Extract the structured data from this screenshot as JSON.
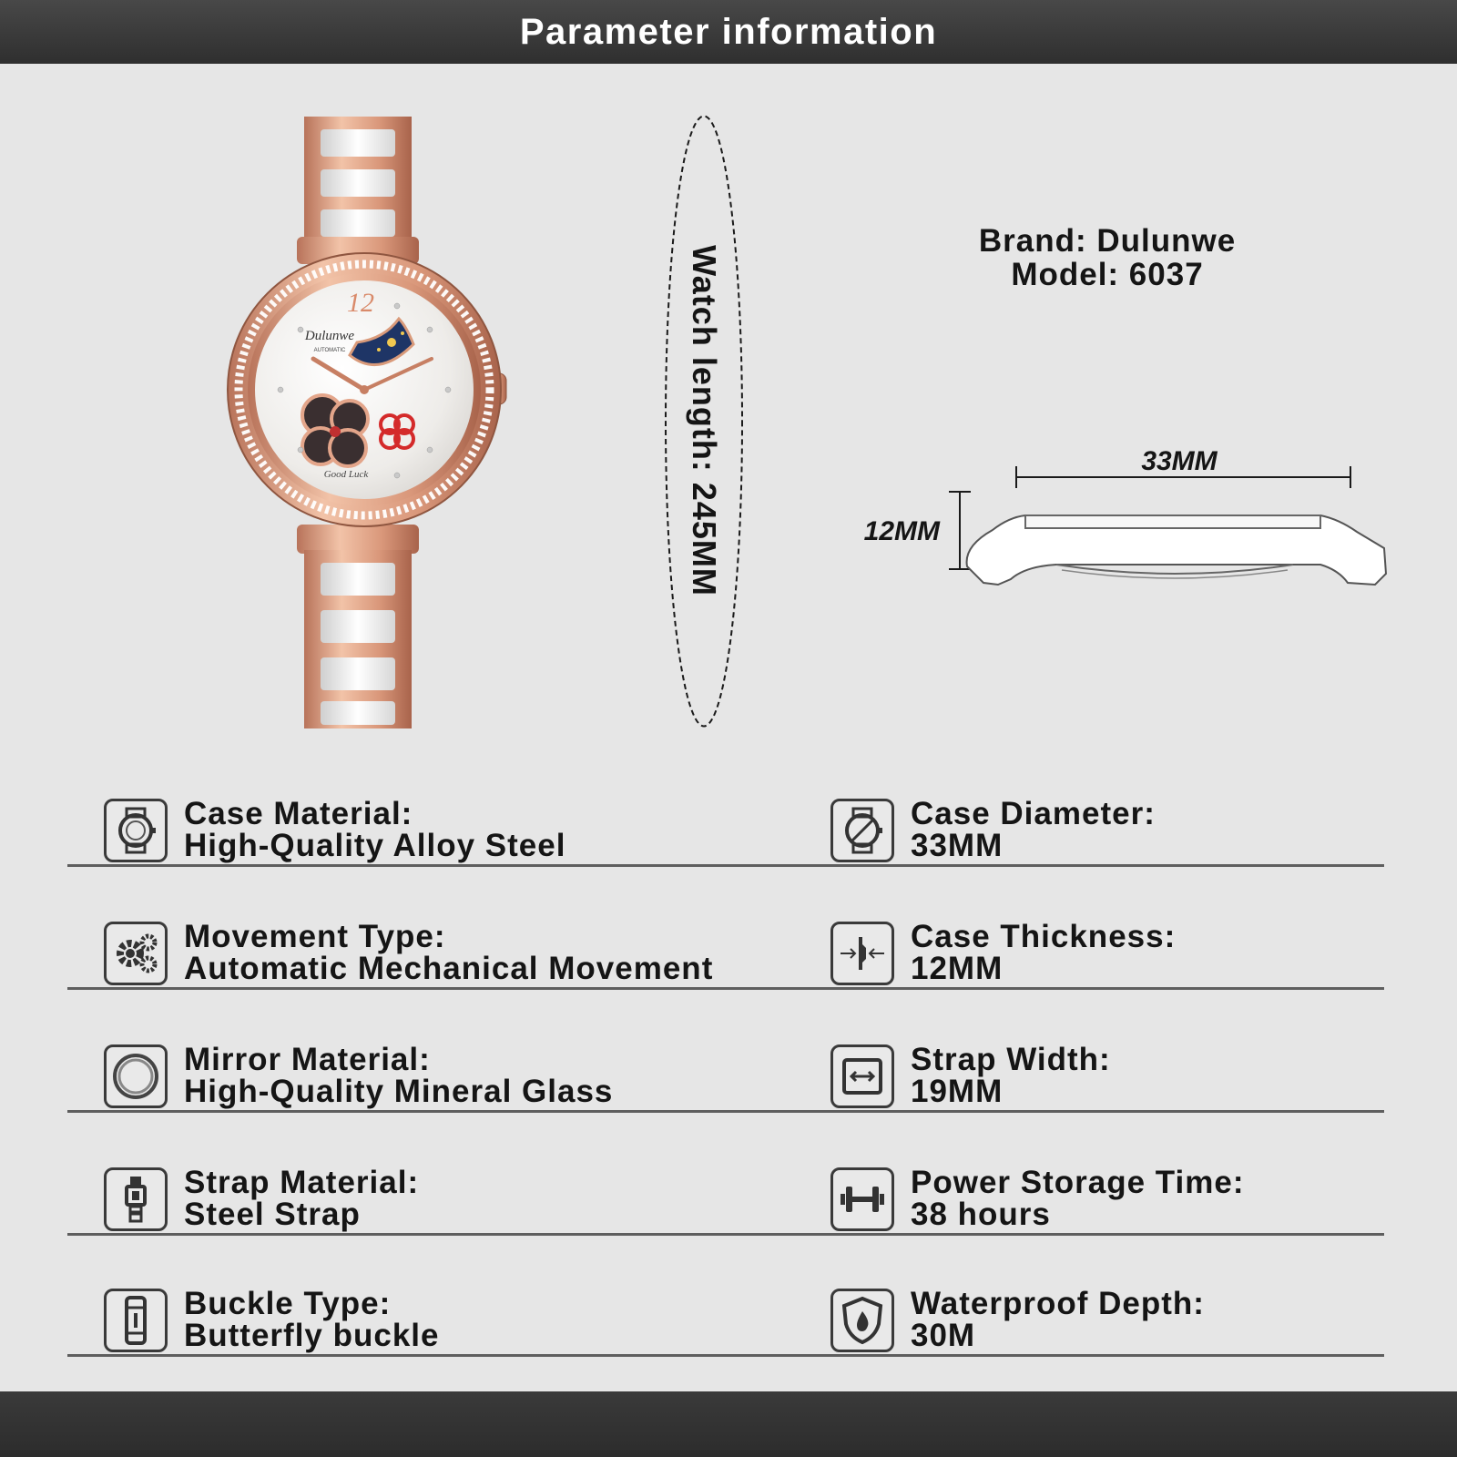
{
  "header": {
    "title": "Parameter information"
  },
  "product_image": {
    "dial_brand": "Dulunwe",
    "dial_subtitle": "AUTOMATIC",
    "dial_numeral": "12",
    "dial_script": "Good Luck",
    "icon": "rose-gold-watch-illustration"
  },
  "length_label": "Watch length: 245MM",
  "brand_info": {
    "brand": "Brand: Dulunwe",
    "model": "Model: 6037"
  },
  "side_view": {
    "width_label": "33MM",
    "height_label": "12MM",
    "icon": "watch-side-profile"
  },
  "colors": {
    "banner": "#3a3a3a",
    "background": "#e6e6e6",
    "rose_gold": "#d99a7a",
    "text": "#151515"
  },
  "specs": {
    "left": [
      {
        "label": "Case Material:",
        "value": "High-Quality Alloy Steel",
        "icon": "watch-case-icon"
      },
      {
        "label": "Movement Type:",
        "value": "Automatic Mechanical Movement",
        "icon": "gears-icon"
      },
      {
        "label": "Mirror Material:",
        "value": "High-Quality Mineral Glass",
        "icon": "glass-ring-icon"
      },
      {
        "label": "Strap Material:",
        "value": "Steel Strap",
        "icon": "steel-strap-icon"
      },
      {
        "label": "Buckle Type:",
        "value": "Butterfly buckle",
        "icon": "buckle-icon"
      }
    ],
    "right": [
      {
        "label": "Case Diameter:",
        "value": "33MM",
        "icon": "case-diameter-icon"
      },
      {
        "label": "Case Thickness:",
        "value": "12MM",
        "icon": "thickness-arrows-icon"
      },
      {
        "label": "Strap Width:",
        "value": "19MM",
        "icon": "strap-width-icon"
      },
      {
        "label": "Power Storage Time:",
        "value": "38 hours",
        "icon": "power-dumbbell-icon"
      },
      {
        "label": "Waterproof Depth:",
        "value": "30M",
        "icon": "waterproof-shield-icon"
      }
    ]
  }
}
